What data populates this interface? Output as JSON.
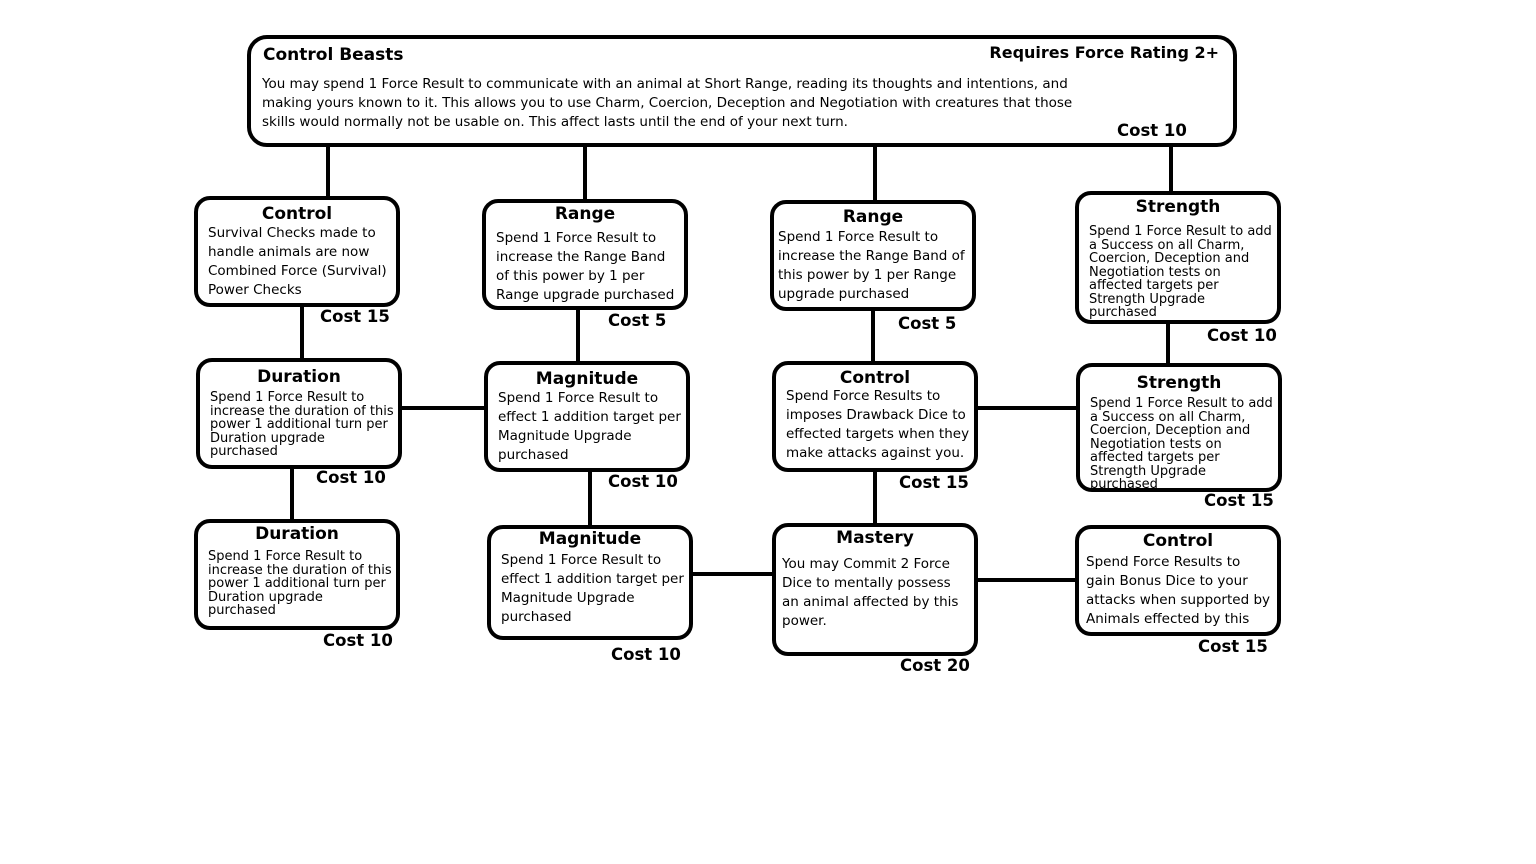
{
  "root": {
    "title": "Control Beasts",
    "requirement": "Requires Force Rating 2+",
    "description": "You may spend 1 Force Result to communicate with an animal at Short Range, reading its thoughts and intentions, and making yours known to it.  This allows you to use Charm, Coercion, Deception and Negotiation with creatures that those skills would normally not be usable on. This affect lasts until the end of your next turn.",
    "cost": "Cost  10"
  },
  "nodes": [
    {
      "title": "Control",
      "text": "Survival Checks made to handle animals are now Combined Force (Survival) Power Checks",
      "cost": "Cost 15"
    },
    {
      "title": "Range",
      "text": "Spend 1 Force Result to increase the Range Band of this power by 1 per Range upgrade purchased",
      "cost": "Cost 5"
    },
    {
      "title": "Range",
      "text": "Spend 1 Force Result to increase the Range Band of this power by 1 per Range upgrade purchased",
      "cost": "Cost 5"
    },
    {
      "title": "Strength",
      "text": "Spend 1 Force Result to add a Success on all Charm, Coercion, Deception and Negotiation tests on affected targets per Strength Upgrade purchased",
      "cost": "Cost 10"
    },
    {
      "title": "Duration",
      "text": "Spend 1 Force Result to increase the duration of this power 1 additional turn per Duration upgrade purchased",
      "cost": "Cost 10"
    },
    {
      "title": "Magnitude",
      "text": "Spend 1 Force Result to effect 1 addition target per Magnitude Upgrade purchased",
      "cost": "Cost 10"
    },
    {
      "title": "Control",
      "text": "Spend Force Results to imposes Drawback Dice to effected targets when they make attacks against you.",
      "cost": "Cost 15"
    },
    {
      "title": "Strength",
      "text": "Spend 1 Force Result to add a Success on all Charm, Coercion, Deception and Negotiation tests on affected targets per Strength Upgrade purchased",
      "cost": "Cost 15"
    },
    {
      "title": "Duration",
      "text": "Spend 1 Force Result to increase the duration of this power 1 additional turn per Duration upgrade purchased",
      "cost": "Cost 10"
    },
    {
      "title": "Magnitude",
      "text": "Spend 1 Force Result to effect 1 addition target per Magnitude Upgrade purchased",
      "cost": "Cost 10"
    },
    {
      "title": "Mastery",
      "text": "You may Commit 2 Force Dice to mentally possess an animal affected by this power.",
      "cost": "Cost 20"
    },
    {
      "title": "Control",
      "text": "Spend Force Results to gain Bonus Dice to your attacks when supported by Animals effected by this power.",
      "cost": "Cost 15"
    }
  ]
}
